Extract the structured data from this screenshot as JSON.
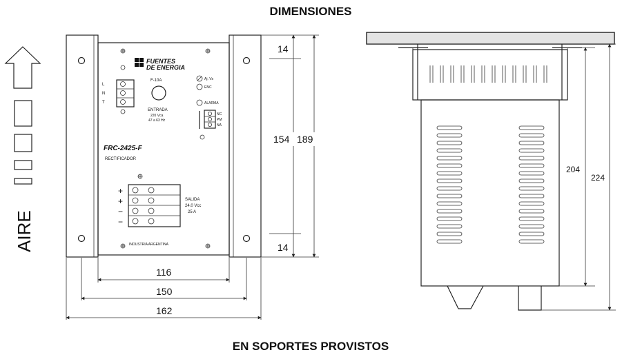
{
  "header": {
    "title": "DIMENSIONES"
  },
  "footer": {
    "caption": "EN SOPORTES PROVISTOS"
  },
  "airflow": {
    "label": "AIRE"
  },
  "front_panel": {
    "brand_line1": "FUENTES",
    "brand_line2": "DE ENERGIA",
    "model": "FRC-2425-F",
    "type": "RECTIFICADOR",
    "fuse": "F-10A",
    "input_label": "ENTRADA",
    "input_voltage": "220 Vca",
    "input_freq": "47 a 63 Hz",
    "input_terminals": [
      "L",
      "N",
      "T"
    ],
    "leds": [
      "Aj. Vs",
      "ENC",
      "ALARMA"
    ],
    "relay_terminals": [
      "NC",
      "PM",
      "NA"
    ],
    "output_label": "SALIDA",
    "output_voltage": "24.0 Vcc",
    "output_current": "25 A",
    "output_signs": [
      "+",
      "+",
      "−",
      "−"
    ],
    "origin": "INDUSTRIA ARGENTINA"
  },
  "dimensions": {
    "top_margin": "14",
    "bottom_margin": "14",
    "inner_height": "154",
    "outer_height": "189",
    "inner_width": "116",
    "mount_width": "150",
    "outer_width": "162",
    "side_height": "204",
    "side_total_height": "224"
  }
}
